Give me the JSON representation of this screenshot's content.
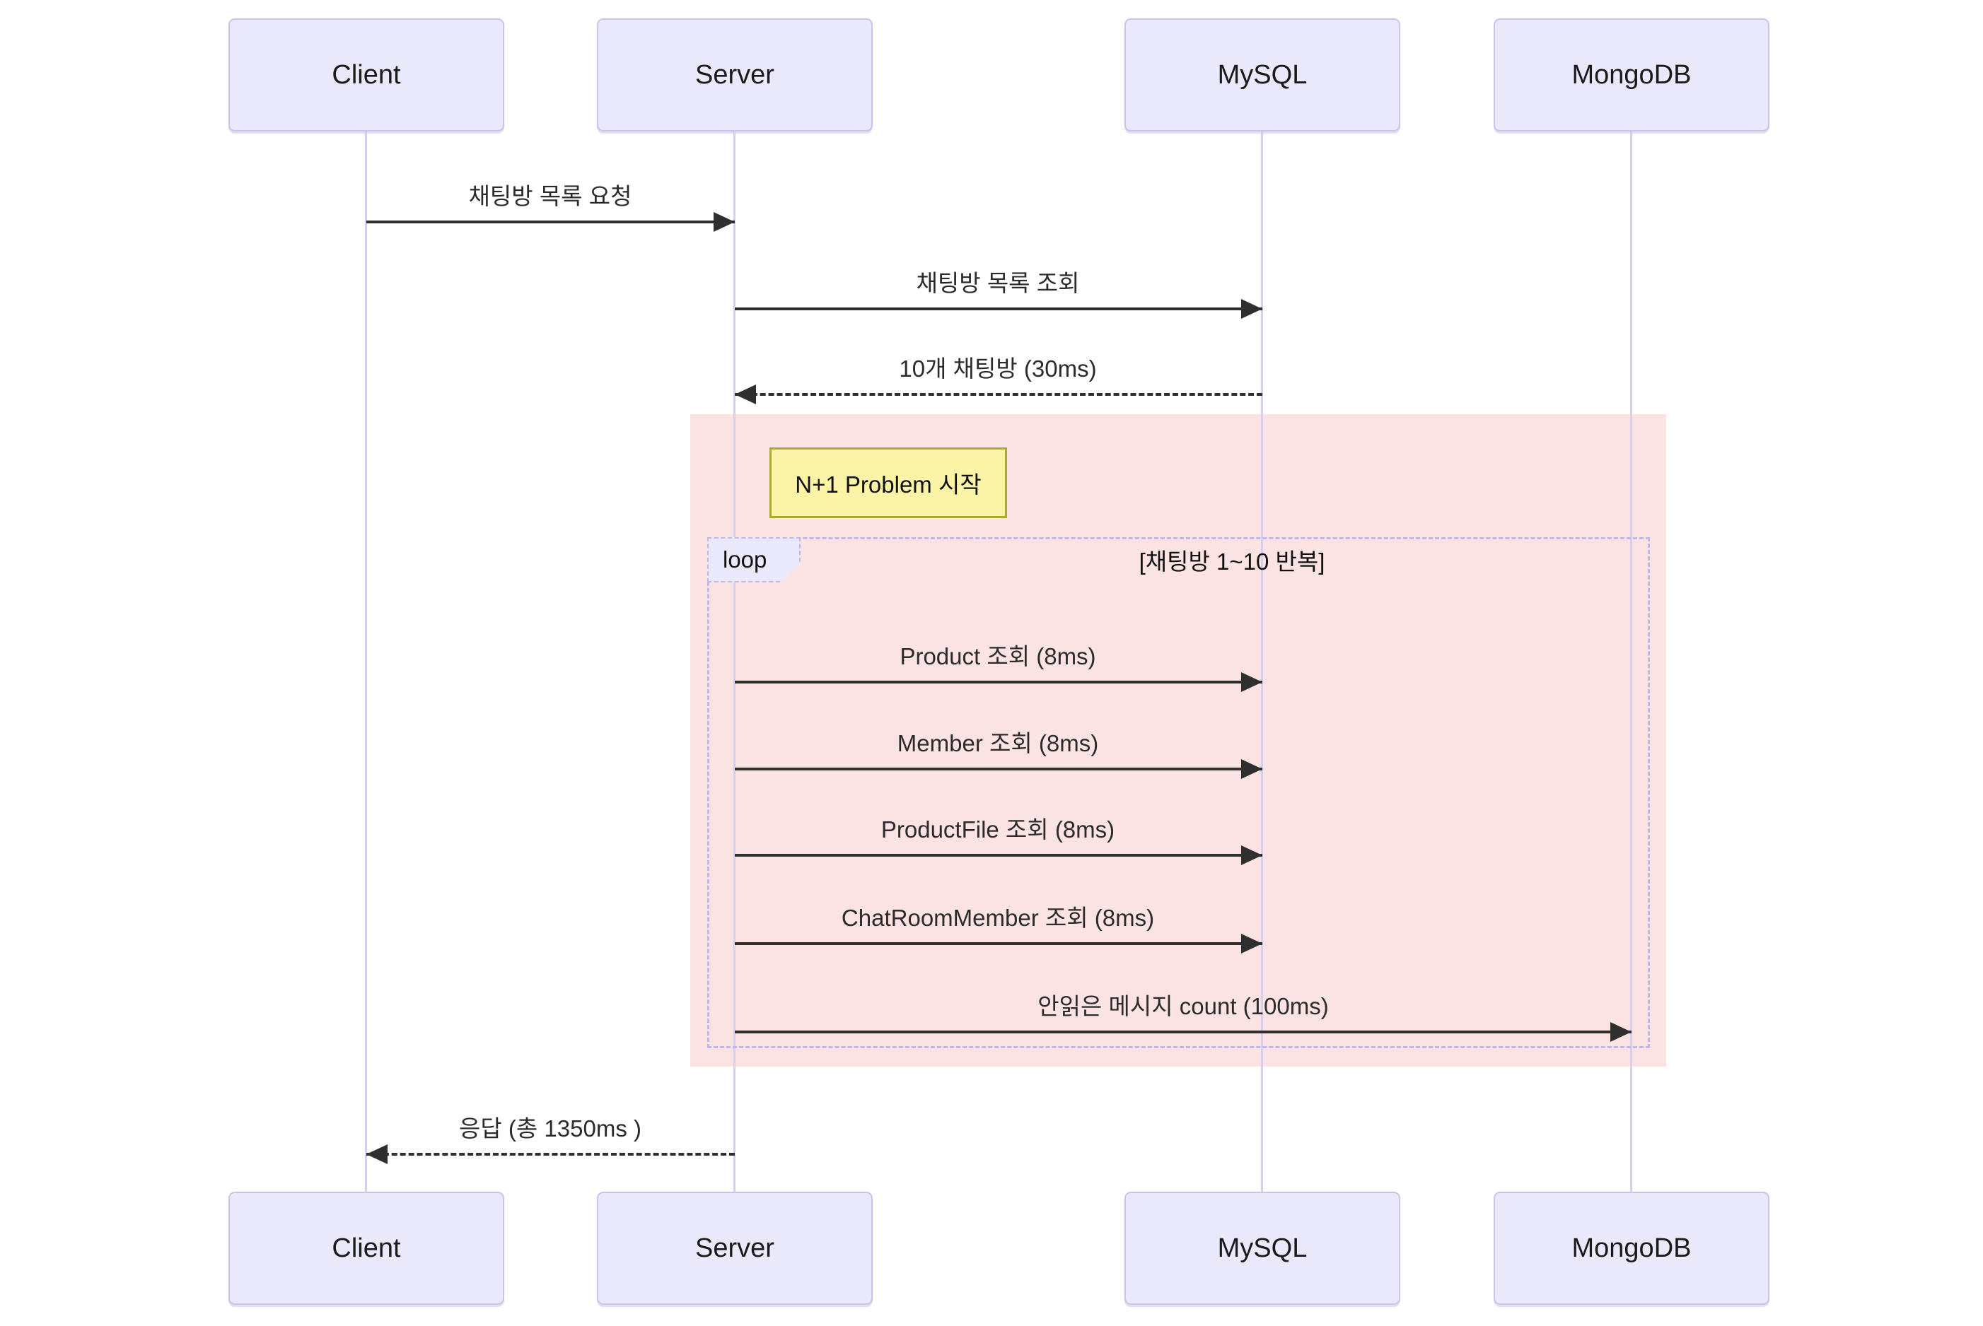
{
  "diagram": {
    "type": "sequence",
    "actors": [
      {
        "label": "Client"
      },
      {
        "label": "Server"
      },
      {
        "label": "MySQL"
      },
      {
        "label": "MongoDB"
      }
    ],
    "messages": [
      {
        "from": "Client",
        "to": "Server",
        "text": "채팅방 목록 요청",
        "line": "solid"
      },
      {
        "from": "Server",
        "to": "MySQL",
        "text": "채팅방 목록 조회",
        "line": "solid"
      },
      {
        "from": "MySQL",
        "to": "Server",
        "text": "10개 채팅방 (30ms)",
        "line": "dashed"
      },
      {
        "from": "Server",
        "to": "MySQL",
        "text": "Product 조회 (8ms)",
        "line": "solid"
      },
      {
        "from": "Server",
        "to": "MySQL",
        "text": "Member 조회 (8ms)",
        "line": "solid"
      },
      {
        "from": "Server",
        "to": "MySQL",
        "text": "ProductFile 조회 (8ms)",
        "line": "solid"
      },
      {
        "from": "Server",
        "to": "MySQL",
        "text": "ChatRoomMember 조회 (8ms)",
        "line": "solid"
      },
      {
        "from": "Server",
        "to": "MongoDB",
        "text": "안읽은 메시지 count (100ms)",
        "line": "solid"
      },
      {
        "from": "Server",
        "to": "Client",
        "text": "응답 (총 1350ms )",
        "line": "dashed"
      }
    ],
    "note": {
      "text": "N+1 Problem 시작"
    },
    "loop": {
      "label": "loop",
      "title": "[채팅방 1~10 반복]"
    },
    "colors": {
      "actor_fill": "#E9E9FB",
      "actor_border": "#CDC2E8",
      "lifeline": "#D6D0EF",
      "highlight_rect": "#FBE3E3",
      "note_fill": "#FBF3A6",
      "note_border": "#AAAA33",
      "loop_border": "#BFB8E8",
      "arrow": "#2F2F2F"
    }
  }
}
